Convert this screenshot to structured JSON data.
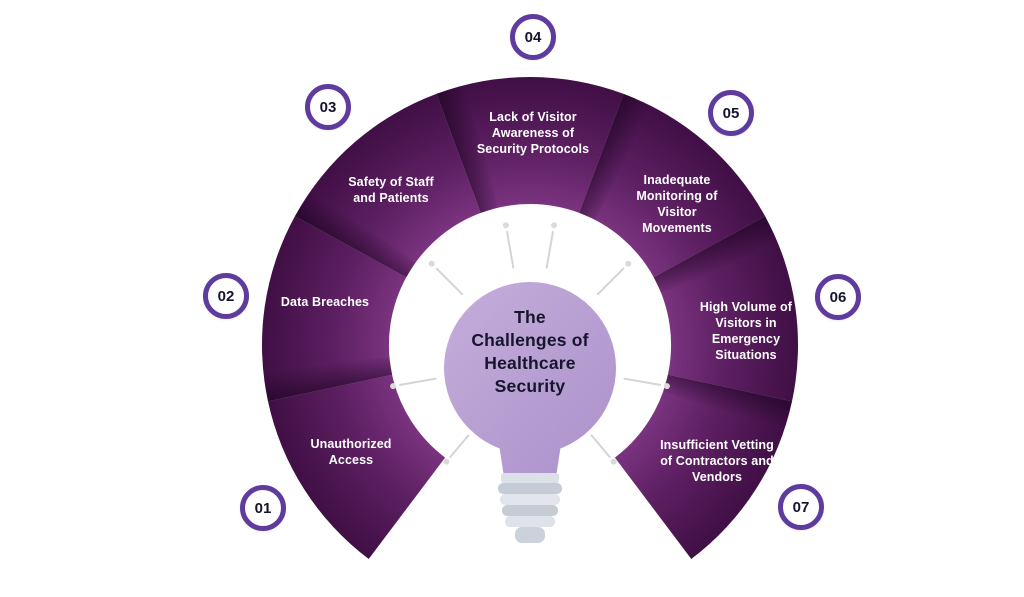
{
  "diagram": {
    "center_title": "The\nChallenges of\nHealthcare\nSecurity",
    "items": [
      {
        "number": "01",
        "label": "Unauthorized Access"
      },
      {
        "number": "02",
        "label": "Data Breaches"
      },
      {
        "number": "03",
        "label": "Safety of Staff and Patients"
      },
      {
        "number": "04",
        "label": "Lack of Visitor Awareness of Security Protocols"
      },
      {
        "number": "05",
        "label": "Inadequate Monitoring of Visitor Movements"
      },
      {
        "number": "06",
        "label": "High Volume of Visitors in Emergency Situations"
      },
      {
        "number": "07",
        "label": "Insufficient Vetting of Contractors and Vendors"
      }
    ],
    "colors": {
      "segment_dark": "#400f45",
      "segment_light": "#7b3480",
      "bulb": "#b79fd2",
      "badge_ring": "#5f3b9e",
      "label_text": "#ffffff",
      "title_text": "#15152e",
      "background": "#ffffff"
    }
  }
}
